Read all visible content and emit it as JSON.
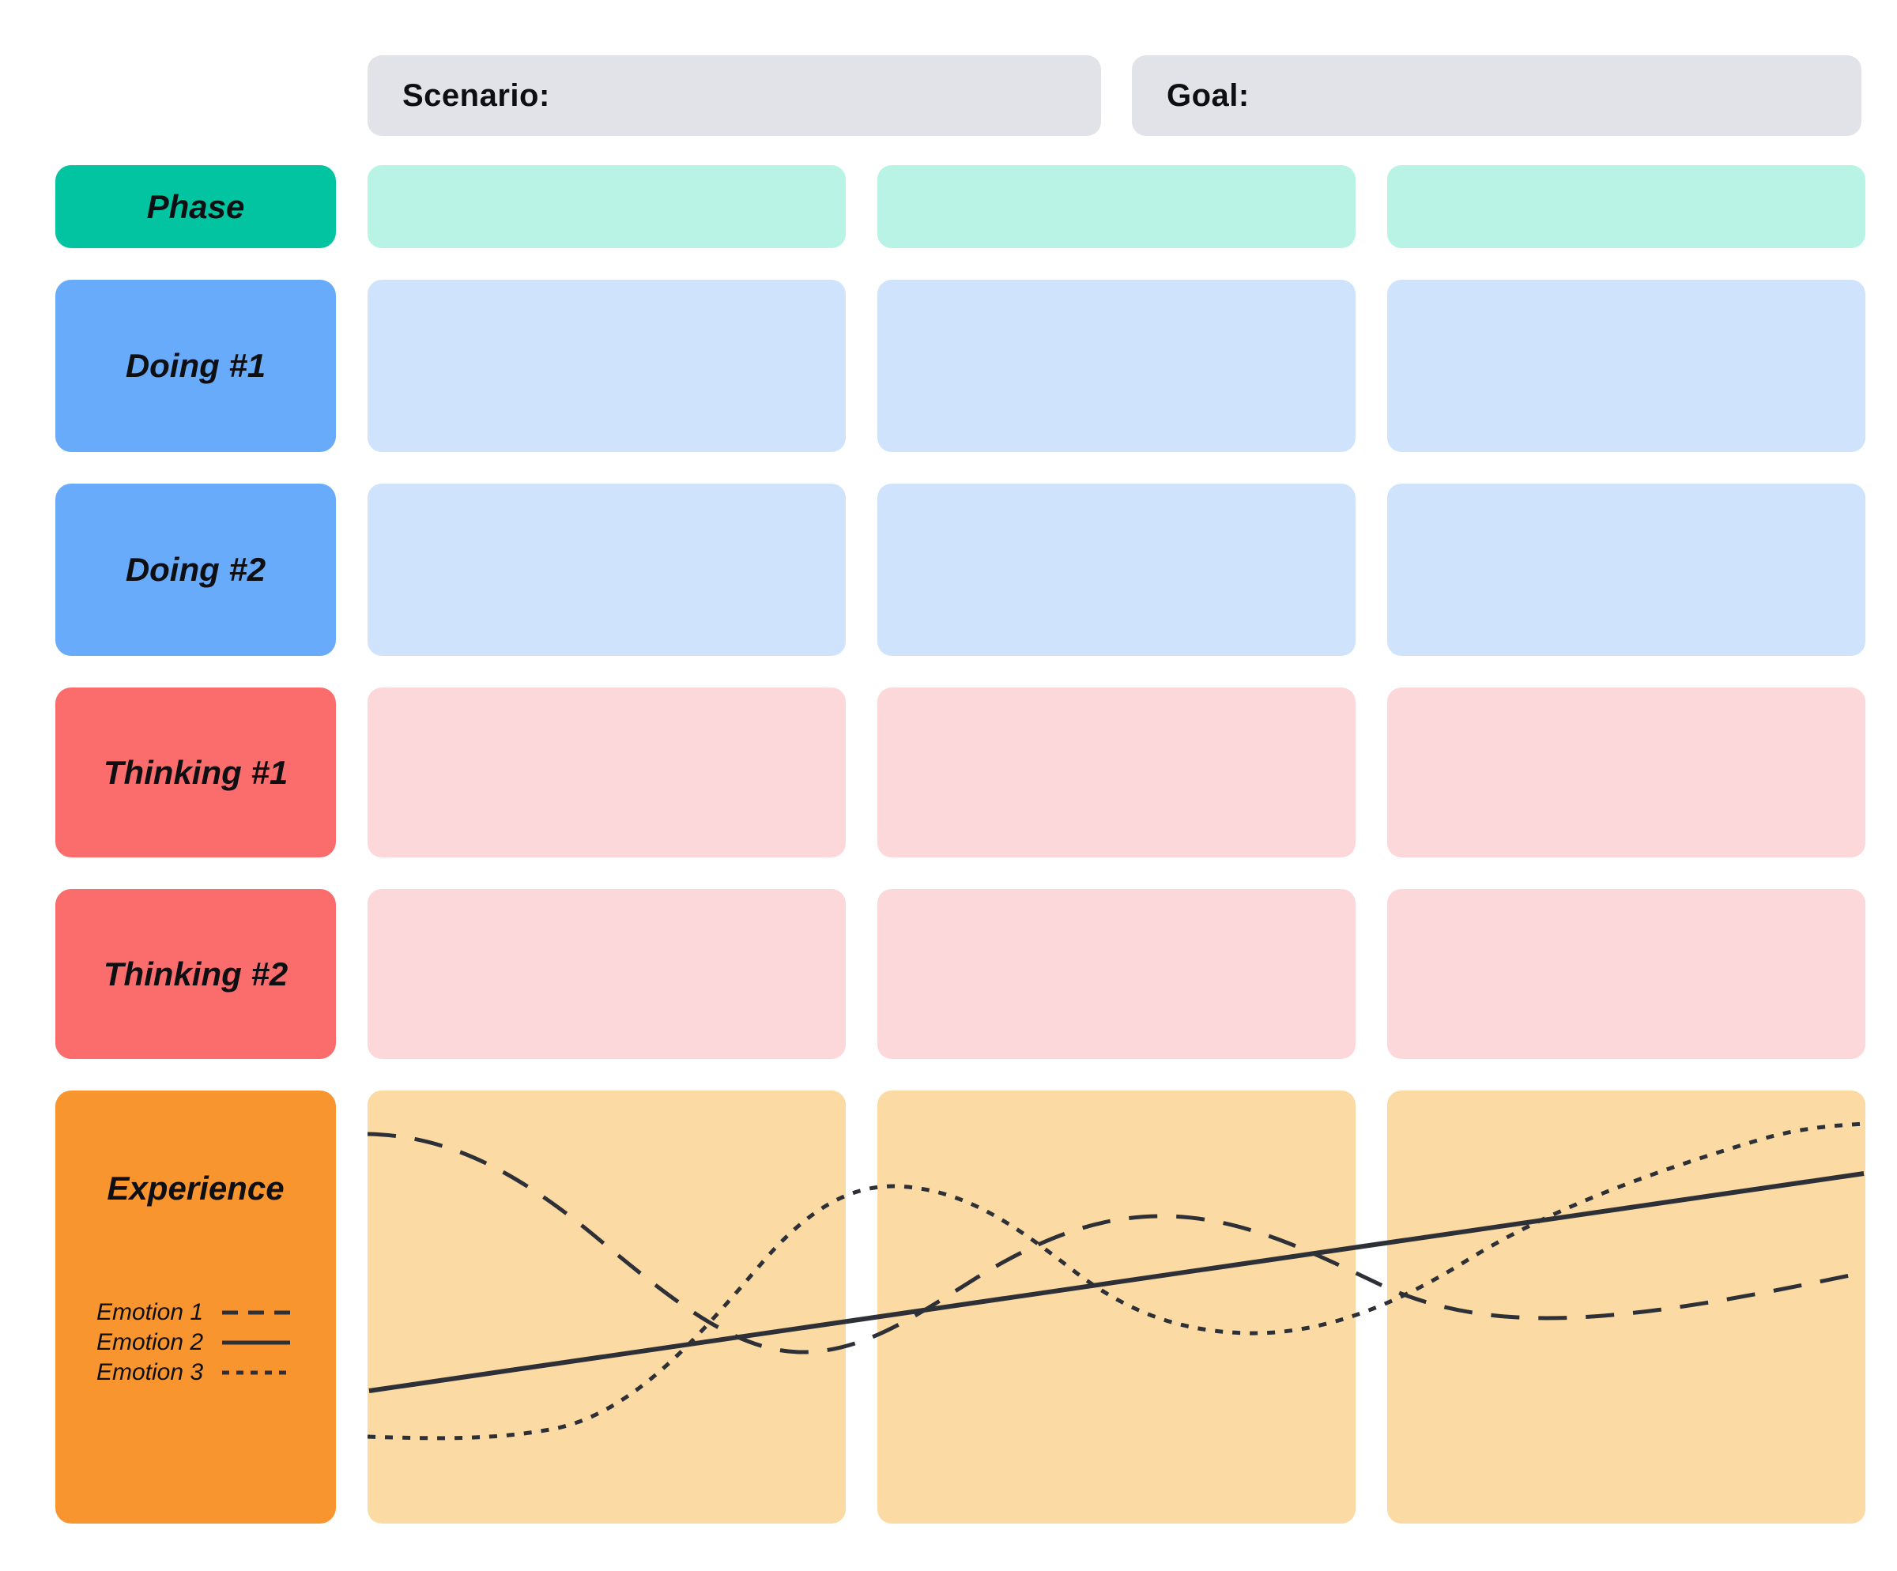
{
  "board": {
    "scenario_label": "Scenario:",
    "goal_label": "Goal:"
  },
  "rows": [
    {
      "label": "Phase"
    },
    {
      "label": "Doing #1"
    },
    {
      "label": "Doing #2"
    },
    {
      "label": "Thinking #1"
    },
    {
      "label": "Thinking #2"
    },
    {
      "label": "Experience"
    }
  ],
  "legend": [
    {
      "label": "Emotion 1",
      "line_style": "long-dash"
    },
    {
      "label": "Emotion 2",
      "line_style": "solid"
    },
    {
      "label": "Emotion 3",
      "line_style": "short-dash"
    }
  ],
  "colors": {
    "header_bg": "#E1E3E8",
    "phase_label_bg": "#03C4A1",
    "phase_cell_bg": "#B8F3E5",
    "doing_label_bg": "#69ABFB",
    "doing_cell_bg": "#CFE4FC",
    "thinking_label_bg": "#FB6D6C",
    "thinking_cell_bg": "#FDD8DA",
    "experience_label_bg": "#F9952F",
    "experience_cell_bg": "#FBDAA3",
    "curve_color": "#2E3038"
  }
}
